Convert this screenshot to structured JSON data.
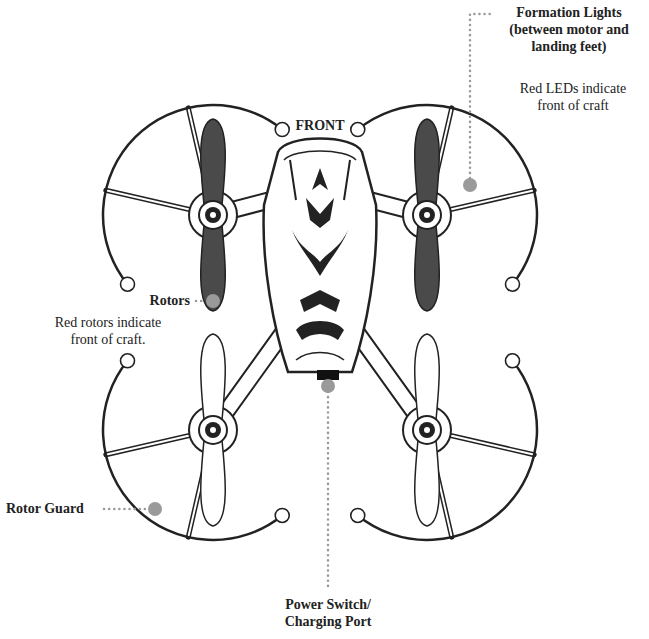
{
  "diagram": {
    "labels": [
      "Formation Lights (between motor and landing feet)",
      "Red LEDs indicate front of craft",
      "FRONT",
      "Rotors",
      "Red rotors indicate front of craft.",
      "Rotor Guard",
      "Power Switch/ Charging Port"
    ]
  }
}
